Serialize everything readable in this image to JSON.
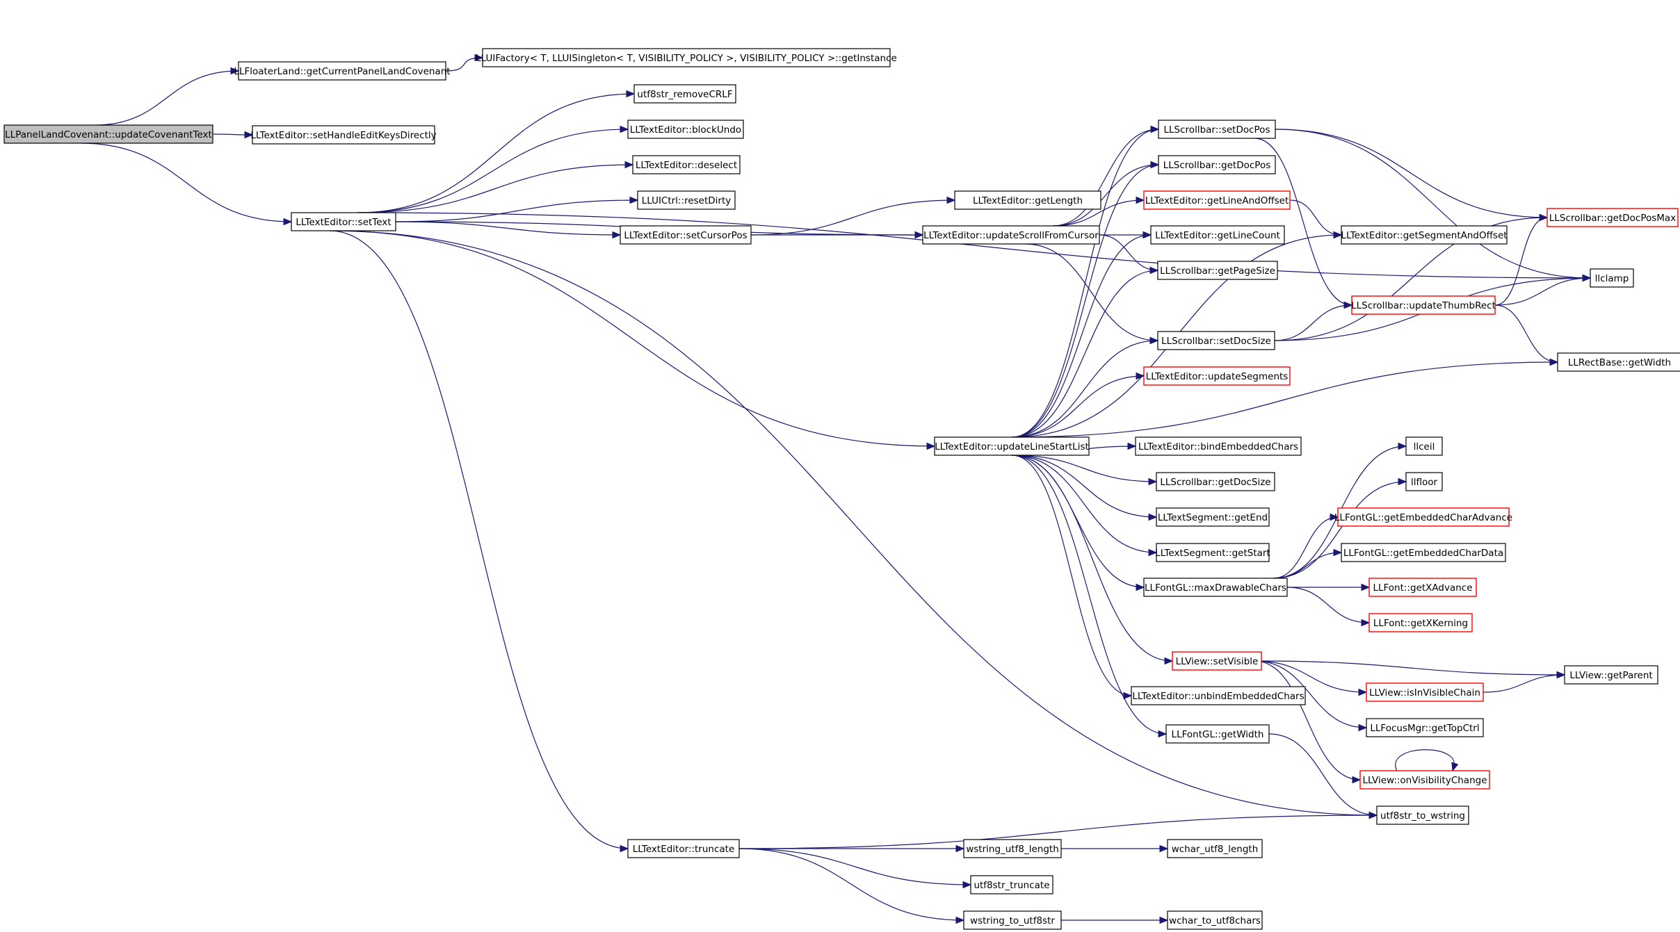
{
  "colors": {
    "edge": "#191970",
    "root_fill": "#bfbfbf",
    "truncated_border": "#ff0000",
    "border": "#000000"
  },
  "nodes": [
    {
      "id": "root",
      "label": "LLPanelLandCovenant::updateCovenantText",
      "root": true
    },
    {
      "id": "getCurrentPanelLandCovenant",
      "label": "LLFloaterLand::getCurrentPanelLandCovenant"
    },
    {
      "id": "getInstance",
      "label": "LLUIFactory< T, LLUISingleton< T, VISIBILITY_POLICY >, VISIBILITY_POLICY >::getInstance"
    },
    {
      "id": "setHandleEditKeysDirectly",
      "label": "LLTextEditor::setHandleEditKeysDirectly"
    },
    {
      "id": "setText",
      "label": "LLTextEditor::setText"
    },
    {
      "id": "utf8str_removeCRLF",
      "label": "utf8str_removeCRLF"
    },
    {
      "id": "blockUndo",
      "label": "LLTextEditor::blockUndo"
    },
    {
      "id": "deselect",
      "label": "LLTextEditor::deselect"
    },
    {
      "id": "resetDirty",
      "label": "LLUICtrl::resetDirty"
    },
    {
      "id": "setCursorPos",
      "label": "LLTextEditor::setCursorPos"
    },
    {
      "id": "getLength",
      "label": "LLTextEditor::getLength"
    },
    {
      "id": "updateScrollFromCursor",
      "label": "LLTextEditor::updateScrollFromCursor"
    },
    {
      "id": "setDocPos",
      "label": "LLScrollbar::setDocPos"
    },
    {
      "id": "getDocPos",
      "label": "LLScrollbar::getDocPos"
    },
    {
      "id": "getLineAndOffset",
      "label": "LLTextEditor::getLineAndOffset",
      "truncated": true
    },
    {
      "id": "getLineCount",
      "label": "LLTextEditor::getLineCount"
    },
    {
      "id": "getPageSize",
      "label": "LLScrollbar::getPageSize"
    },
    {
      "id": "setDocSize",
      "label": "LLScrollbar::setDocSize"
    },
    {
      "id": "updateSegments",
      "label": "LLTextEditor::updateSegments",
      "truncated": true
    },
    {
      "id": "getSegmentAndOffset",
      "label": "LLTextEditor::getSegmentAndOffset"
    },
    {
      "id": "updateThumbRect",
      "label": "LLScrollbar::updateThumbRect",
      "truncated": true
    },
    {
      "id": "getDocPosMax",
      "label": "LLScrollbar::getDocPosMax",
      "truncated": true
    },
    {
      "id": "llclamp",
      "label": "llclamp"
    },
    {
      "id": "rectGetWidth",
      "label": "LLRectBase::getWidth"
    },
    {
      "id": "updateLineStartList",
      "label": "LLTextEditor::updateLineStartList"
    },
    {
      "id": "bindEmbeddedChars",
      "label": "LLTextEditor::bindEmbeddedChars"
    },
    {
      "id": "getDocSize",
      "label": "LLScrollbar::getDocSize"
    },
    {
      "id": "segGetEnd",
      "label": "LLTextSegment::getEnd"
    },
    {
      "id": "segGetStart",
      "label": "LLTextSegment::getStart"
    },
    {
      "id": "maxDrawableChars",
      "label": "LLFontGL::maxDrawableChars"
    },
    {
      "id": "llceil",
      "label": "llceil"
    },
    {
      "id": "llfloor",
      "label": "llfloor"
    },
    {
      "id": "getEmbeddedCharAdvance",
      "label": "LLFontGL::getEmbeddedCharAdvance",
      "truncated": true
    },
    {
      "id": "getEmbeddedCharData",
      "label": "LLFontGL::getEmbeddedCharData"
    },
    {
      "id": "getXAdvance",
      "label": "LLFont::getXAdvance",
      "truncated": true
    },
    {
      "id": "getXKerning",
      "label": "LLFont::getXKerning",
      "truncated": true
    },
    {
      "id": "setVisible",
      "label": "LLView::setVisible",
      "truncated": true
    },
    {
      "id": "getParent",
      "label": "LLView::getParent"
    },
    {
      "id": "isInVisibleChain",
      "label": "LLView::isInVisibleChain",
      "truncated": true
    },
    {
      "id": "getTopCtrl",
      "label": "LLFocusMgr::getTopCtrl"
    },
    {
      "id": "onVisibilityChange",
      "label": "LLView::onVisibilityChange",
      "truncated": true
    },
    {
      "id": "unbindEmbeddedChars",
      "label": "LLTextEditor::unbindEmbeddedChars"
    },
    {
      "id": "fontGetWidth",
      "label": "LLFontGL::getWidth"
    },
    {
      "id": "utf8str_to_wstring",
      "label": "utf8str_to_wstring"
    },
    {
      "id": "truncate",
      "label": "LLTextEditor::truncate"
    },
    {
      "id": "wstring_utf8_length",
      "label": "wstring_utf8_length"
    },
    {
      "id": "wchar_utf8_length",
      "label": "wchar_utf8_length"
    },
    {
      "id": "utf8str_truncate",
      "label": "utf8str_truncate"
    },
    {
      "id": "wstring_to_utf8str",
      "label": "wstring_to_utf8str"
    },
    {
      "id": "wchar_to_utf8chars",
      "label": "wchar_to_utf8chars"
    }
  ],
  "edges": [
    [
      "root",
      "getCurrentPanelLandCovenant"
    ],
    [
      "root",
      "setHandleEditKeysDirectly"
    ],
    [
      "root",
      "setText"
    ],
    [
      "getCurrentPanelLandCovenant",
      "getInstance"
    ],
    [
      "setText",
      "utf8str_removeCRLF"
    ],
    [
      "setText",
      "blockUndo"
    ],
    [
      "setText",
      "deselect"
    ],
    [
      "setText",
      "resetDirty"
    ],
    [
      "setText",
      "setCursorPos"
    ],
    [
      "setText",
      "updateScrollFromCursor"
    ],
    [
      "setText",
      "updateLineStartList"
    ],
    [
      "setText",
      "truncate"
    ],
    [
      "setText",
      "utf8str_to_wstring"
    ],
    [
      "setText",
      "llclamp"
    ],
    [
      "setCursorPos",
      "getLength"
    ],
    [
      "setCursorPos",
      "updateScrollFromCursor"
    ],
    [
      "updateScrollFromCursor",
      "setDocPos"
    ],
    [
      "updateScrollFromCursor",
      "getDocPos"
    ],
    [
      "updateScrollFromCursor",
      "getLineAndOffset"
    ],
    [
      "updateScrollFromCursor",
      "getLineCount"
    ],
    [
      "updateScrollFromCursor",
      "getPageSize"
    ],
    [
      "updateScrollFromCursor",
      "setDocSize"
    ],
    [
      "setDocPos",
      "getDocPosMax"
    ],
    [
      "setDocPos",
      "llclamp"
    ],
    [
      "setDocPos",
      "updateThumbRect"
    ],
    [
      "getLineAndOffset",
      "getSegmentAndOffset"
    ],
    [
      "setDocSize",
      "getDocPosMax"
    ],
    [
      "setDocSize",
      "llclamp"
    ],
    [
      "setDocSize",
      "updateThumbRect"
    ],
    [
      "updateThumbRect",
      "getDocPosMax"
    ],
    [
      "updateThumbRect",
      "llclamp"
    ],
    [
      "updateThumbRect",
      "rectGetWidth"
    ],
    [
      "updateLineStartList",
      "setDocPos"
    ],
    [
      "updateLineStartList",
      "getDocPos"
    ],
    [
      "updateLineStartList",
      "getLineCount"
    ],
    [
      "updateLineStartList",
      "getPageSize"
    ],
    [
      "updateLineStartList",
      "setDocSize"
    ],
    [
      "updateLineStartList",
      "updateSegments"
    ],
    [
      "updateLineStartList",
      "getSegmentAndOffset"
    ],
    [
      "updateLineStartList",
      "rectGetWidth"
    ],
    [
      "updateLineStartList",
      "bindEmbeddedChars"
    ],
    [
      "updateLineStartList",
      "getDocSize"
    ],
    [
      "updateLineStartList",
      "segGetEnd"
    ],
    [
      "updateLineStartList",
      "segGetStart"
    ],
    [
      "updateLineStartList",
      "maxDrawableChars"
    ],
    [
      "updateLineStartList",
      "setVisible"
    ],
    [
      "updateLineStartList",
      "unbindEmbeddedChars"
    ],
    [
      "updateLineStartList",
      "fontGetWidth"
    ],
    [
      "maxDrawableChars",
      "llceil"
    ],
    [
      "maxDrawableChars",
      "llfloor"
    ],
    [
      "maxDrawableChars",
      "getEmbeddedCharAdvance"
    ],
    [
      "maxDrawableChars",
      "getEmbeddedCharData"
    ],
    [
      "maxDrawableChars",
      "getXAdvance"
    ],
    [
      "maxDrawableChars",
      "getXKerning"
    ],
    [
      "setVisible",
      "getParent"
    ],
    [
      "setVisible",
      "isInVisibleChain"
    ],
    [
      "setVisible",
      "getTopCtrl"
    ],
    [
      "setVisible",
      "onVisibilityChange"
    ],
    [
      "isInVisibleChain",
      "getParent"
    ],
    [
      "onVisibilityChange",
      "onVisibilityChange"
    ],
    [
      "fontGetWidth",
      "utf8str_to_wstring"
    ],
    [
      "truncate",
      "utf8str_to_wstring"
    ],
    [
      "truncate",
      "wstring_utf8_length"
    ],
    [
      "truncate",
      "utf8str_truncate"
    ],
    [
      "truncate",
      "wstring_to_utf8str"
    ],
    [
      "wstring_utf8_length",
      "wchar_utf8_length"
    ],
    [
      "wstring_to_utf8str",
      "wchar_to_utf8chars"
    ]
  ]
}
